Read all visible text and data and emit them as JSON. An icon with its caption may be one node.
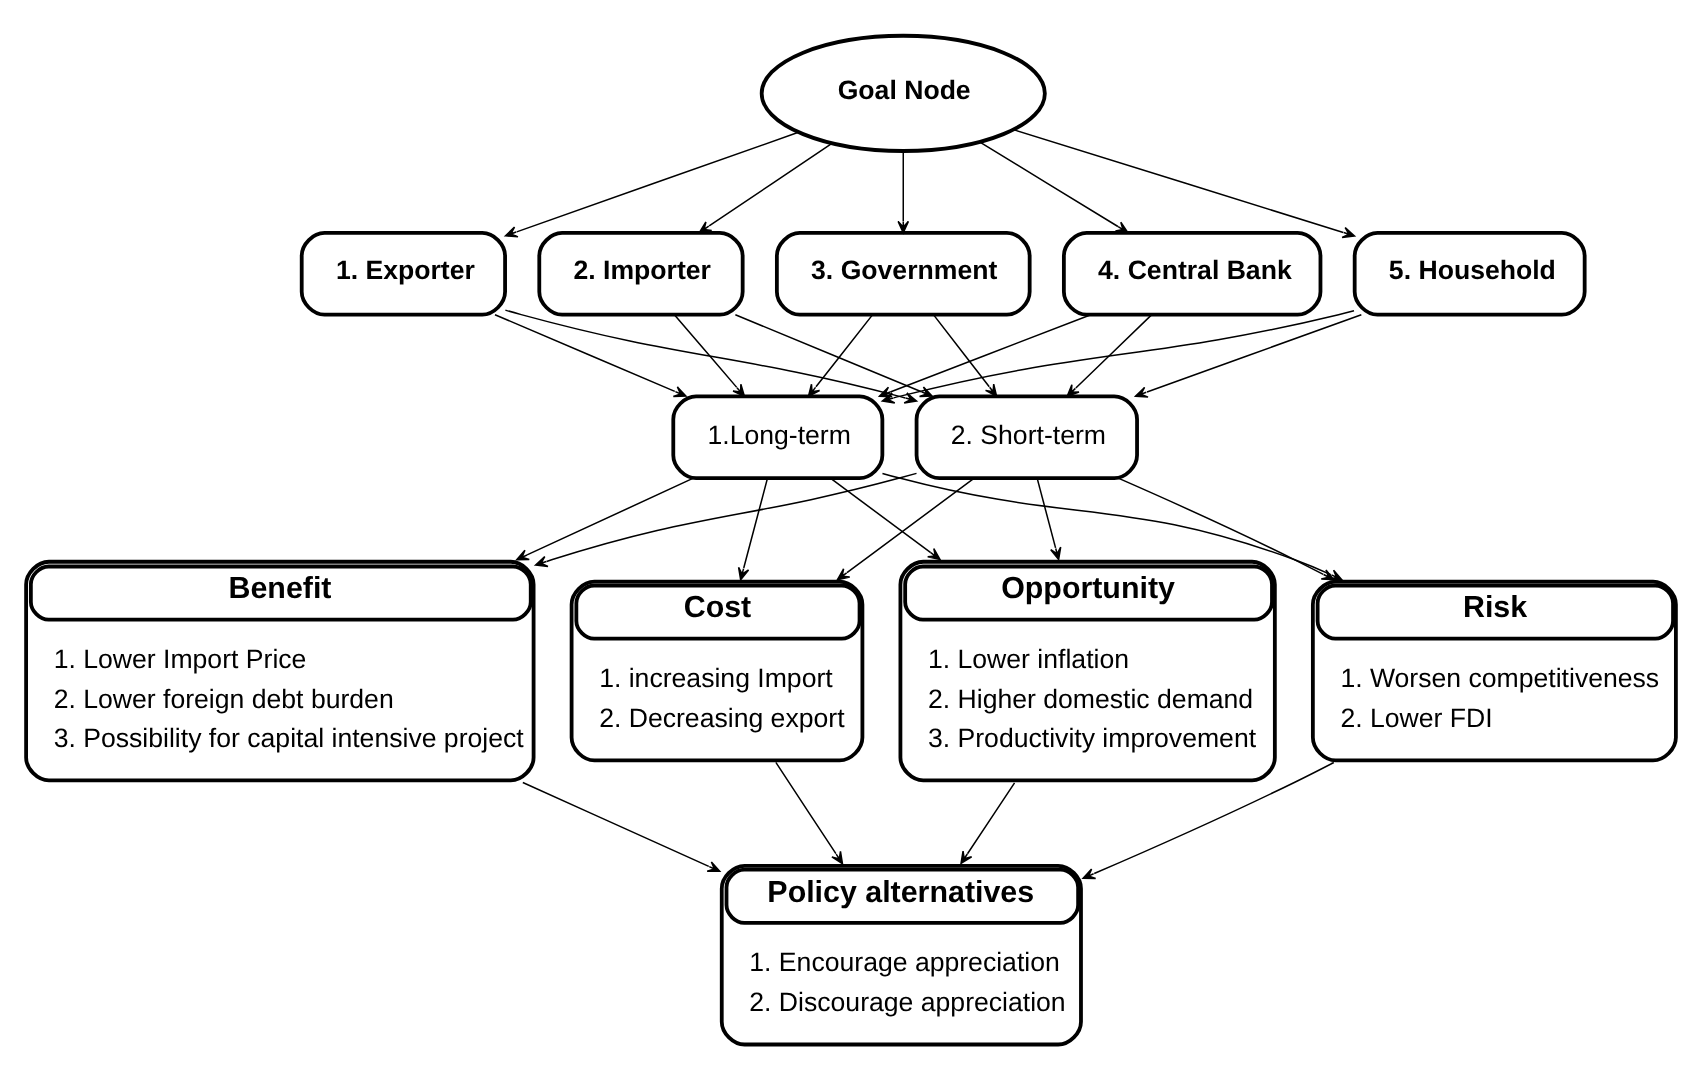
{
  "diagram": {
    "nodes": [
      {
        "text": [
          "Goal Node"
        ]
      },
      {
        "text": [
          "1. Exporter"
        ]
      },
      {
        "text": [
          "2. Importer"
        ]
      },
      {
        "text": [
          "3. Government"
        ]
      },
      {
        "text": [
          "4. Central Bank"
        ]
      },
      {
        "text": [
          "5. Household"
        ]
      },
      {
        "text": [
          "1.Long-term"
        ]
      },
      {
        "text": [
          "2. Short-term"
        ]
      },
      {
        "text": [
          "Benefit",
          "1. Lower Import Price",
          "2. Lower foreign debt burden",
          "3. Possibility for capital intensive project"
        ]
      },
      {
        "text": [
          "Cost",
          "1. increasing Import",
          "2. Decreasing export"
        ]
      },
      {
        "text": [
          "Opportunity",
          "1. Lower inflation",
          "2. Higher domestic demand",
          "3. Productivity improvement"
        ]
      },
      {
        "text": [
          "Risk",
          "1. Worsen competitiveness",
          "2. Lower FDI"
        ]
      },
      {
        "text": [
          "Policy alternatives",
          "1. Encourage appreciation",
          "2. Discourage appreciation"
        ]
      }
    ],
    "edges": [
      {
        "from": 0,
        "to": 1,
        "arrow": "to"
      },
      {
        "from": 0,
        "to": 2,
        "arrow": "to"
      },
      {
        "from": 0,
        "to": 3,
        "arrow": "to"
      },
      {
        "from": 0,
        "to": 4,
        "arrow": "to"
      },
      {
        "from": 0,
        "to": 5,
        "arrow": "to"
      },
      {
        "from": 1,
        "to": 6,
        "arrow": "to"
      },
      {
        "from": 1,
        "to": 7,
        "arrow": "to"
      },
      {
        "from": 2,
        "to": 6,
        "arrow": "to"
      },
      {
        "from": 2,
        "to": 7,
        "arrow": "to"
      },
      {
        "from": 3,
        "to": 6,
        "arrow": "to"
      },
      {
        "from": 3,
        "to": 7,
        "arrow": "to"
      },
      {
        "from": 4,
        "to": 6,
        "arrow": "to"
      },
      {
        "from": 4,
        "to": 7,
        "arrow": "to"
      },
      {
        "from": 5,
        "to": 6,
        "arrow": "to"
      },
      {
        "from": 5,
        "to": 7,
        "arrow": "to"
      },
      {
        "from": 6,
        "to": 8,
        "arrow": "to"
      },
      {
        "from": 6,
        "to": 9,
        "arrow": "to"
      },
      {
        "from": 6,
        "to": 10,
        "arrow": "to"
      },
      {
        "from": 6,
        "to": 11,
        "arrow": "to"
      },
      {
        "from": 7,
        "to": 8,
        "arrow": "to"
      },
      {
        "from": 7,
        "to": 9,
        "arrow": "to"
      },
      {
        "from": 7,
        "to": 10,
        "arrow": "to"
      },
      {
        "from": 7,
        "to": 11,
        "arrow": "to"
      },
      {
        "from": 8,
        "to": 12,
        "arrow": "to"
      },
      {
        "from": 9,
        "to": 12,
        "arrow": "to"
      },
      {
        "from": 10,
        "to": 12,
        "arrow": "to"
      },
      {
        "from": 11,
        "to": 12,
        "arrow": "to"
      }
    ]
  }
}
